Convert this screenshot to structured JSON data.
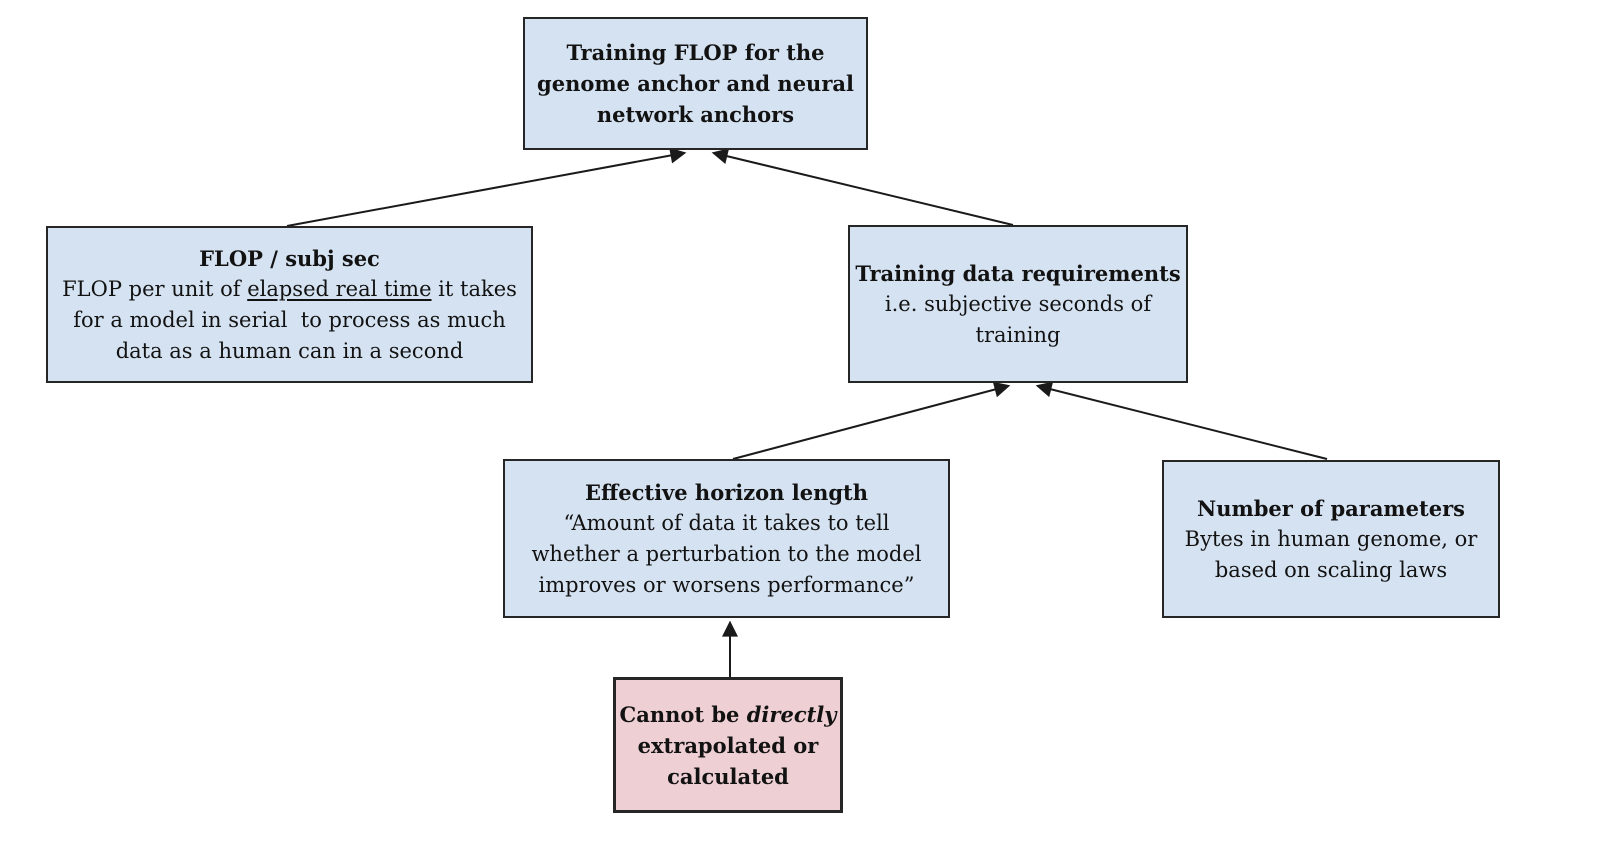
{
  "colors": {
    "background": "#ffffff",
    "box_blue": "#d5e2f1",
    "box_pink": "#eecfd3",
    "box_border": "#262626",
    "arrow": "#1a1a1a",
    "text": "#121212"
  },
  "nodes": {
    "training_flop": {
      "title_lines": [
        "Training FLOP for the",
        "genome anchor and neural",
        "network anchors"
      ]
    },
    "flop_subj_sec": {
      "title": "FLOP / subj sec",
      "body_line1": [
        "FLOP per unit of ",
        "elapsed real time",
        " it takes"
      ],
      "body_line2": "for a model in serial  to process as much",
      "body_line3": "data as a human can in a second"
    },
    "training_data_requirements": {
      "title": "Training data requirements",
      "body_line1": "i.e. subjective seconds of",
      "body_line2": "training"
    },
    "effective_horizon_length": {
      "title": "Effective horizon length",
      "body_line1": "“Amount of data it takes to tell",
      "body_line2": "whether a perturbation to the model",
      "body_line3": "improves or worsens performance”"
    },
    "number_of_parameters": {
      "title": "Number of parameters",
      "body_line1": "Bytes in human genome, or",
      "body_line2": "based on scaling laws"
    },
    "cannot_be_extrapolated": {
      "line1": [
        "Cannot be ",
        "directly"
      ],
      "line2": "extrapolated or",
      "line3": "calculated"
    }
  },
  "edges": [
    {
      "from": "flop_subj_sec",
      "to": "training_flop"
    },
    {
      "from": "training_data_requirements",
      "to": "training_flop"
    },
    {
      "from": "effective_horizon_length",
      "to": "training_data_requirements"
    },
    {
      "from": "number_of_parameters",
      "to": "training_data_requirements"
    },
    {
      "from": "cannot_be_extrapolated",
      "to": "effective_horizon_length"
    }
  ]
}
